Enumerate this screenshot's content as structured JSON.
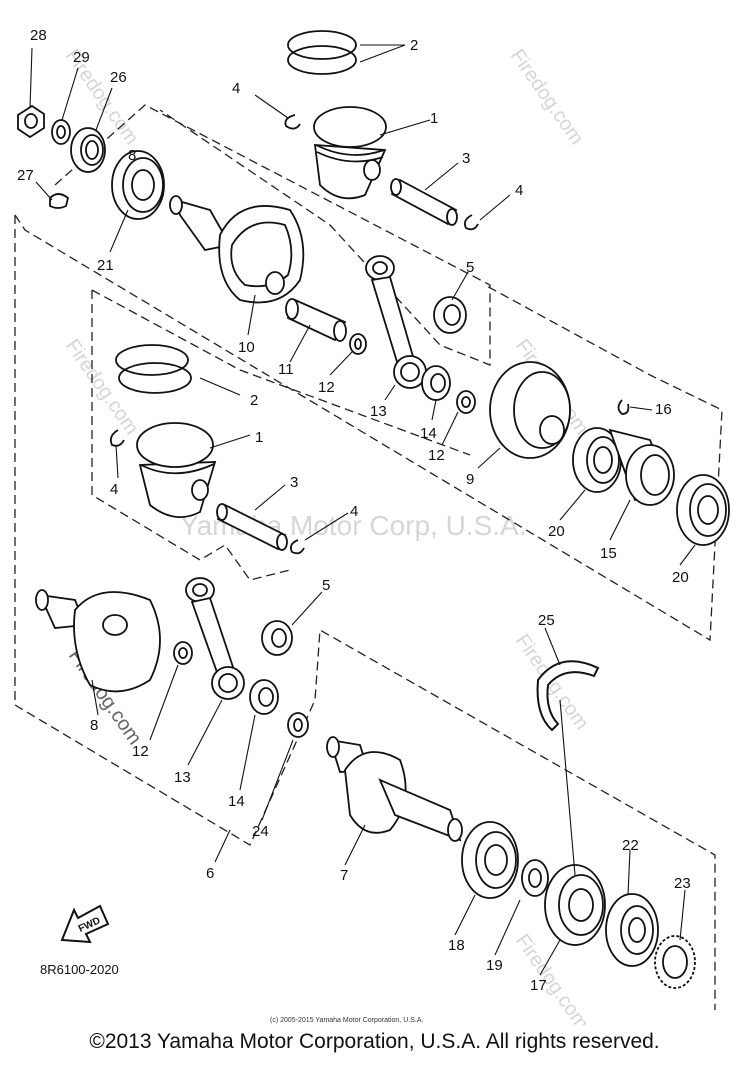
{
  "diagram": {
    "part_code": "8R6100-2020",
    "watermark_text": "Firedog.com",
    "overlay_text": "Yamaha Motor Corp, U.S.A.",
    "small_copyright": "(c) 2005-2015 Yamaha Motor Corporation, U.S.A.",
    "forward_label": "FWD",
    "callouts": [
      {
        "id": "c28a",
        "text": "28"
      },
      {
        "id": "c29a",
        "text": "29"
      },
      {
        "id": "c26a",
        "text": "26"
      },
      {
        "id": "c27a",
        "text": "27"
      },
      {
        "id": "c8a",
        "text": "8"
      },
      {
        "id": "c21a",
        "text": "21"
      },
      {
        "id": "c2a",
        "text": "2"
      },
      {
        "id": "c4a",
        "text": "4"
      },
      {
        "id": "c1a",
        "text": "1"
      },
      {
        "id": "c3a",
        "text": "3"
      },
      {
        "id": "c4b",
        "text": "4"
      },
      {
        "id": "c5a",
        "text": "5"
      },
      {
        "id": "c10a",
        "text": "10"
      },
      {
        "id": "c11a",
        "text": "11"
      },
      {
        "id": "c12a",
        "text": "12"
      },
      {
        "id": "c13a",
        "text": "13"
      },
      {
        "id": "c14a",
        "text": "14"
      },
      {
        "id": "c12b",
        "text": "12"
      },
      {
        "id": "c9a",
        "text": "9"
      },
      {
        "id": "c16a",
        "text": "16"
      },
      {
        "id": "c20a",
        "text": "20"
      },
      {
        "id": "c15a",
        "text": "15"
      },
      {
        "id": "c20b",
        "text": "20"
      },
      {
        "id": "c2b",
        "text": "2"
      },
      {
        "id": "c1b",
        "text": "1"
      },
      {
        "id": "c4c",
        "text": "4"
      },
      {
        "id": "c3b",
        "text": "3"
      },
      {
        "id": "c4d",
        "text": "4"
      },
      {
        "id": "c5b",
        "text": "5"
      },
      {
        "id": "c25a",
        "text": "25"
      },
      {
        "id": "c8b",
        "text": "8"
      },
      {
        "id": "c12c",
        "text": "12"
      },
      {
        "id": "c13b",
        "text": "13"
      },
      {
        "id": "c14b",
        "text": "14"
      },
      {
        "id": "c24a",
        "text": "24"
      },
      {
        "id": "c6a",
        "text": "6"
      },
      {
        "id": "c7a",
        "text": "7"
      },
      {
        "id": "c18a",
        "text": "18"
      },
      {
        "id": "c19a",
        "text": "19"
      },
      {
        "id": "c17a",
        "text": "17"
      },
      {
        "id": "c22a",
        "text": "22"
      },
      {
        "id": "c23a",
        "text": "23"
      }
    ]
  },
  "footer": {
    "copyright": "©2013 Yamaha Motor Corporation, U.S.A. All rights reserved."
  }
}
